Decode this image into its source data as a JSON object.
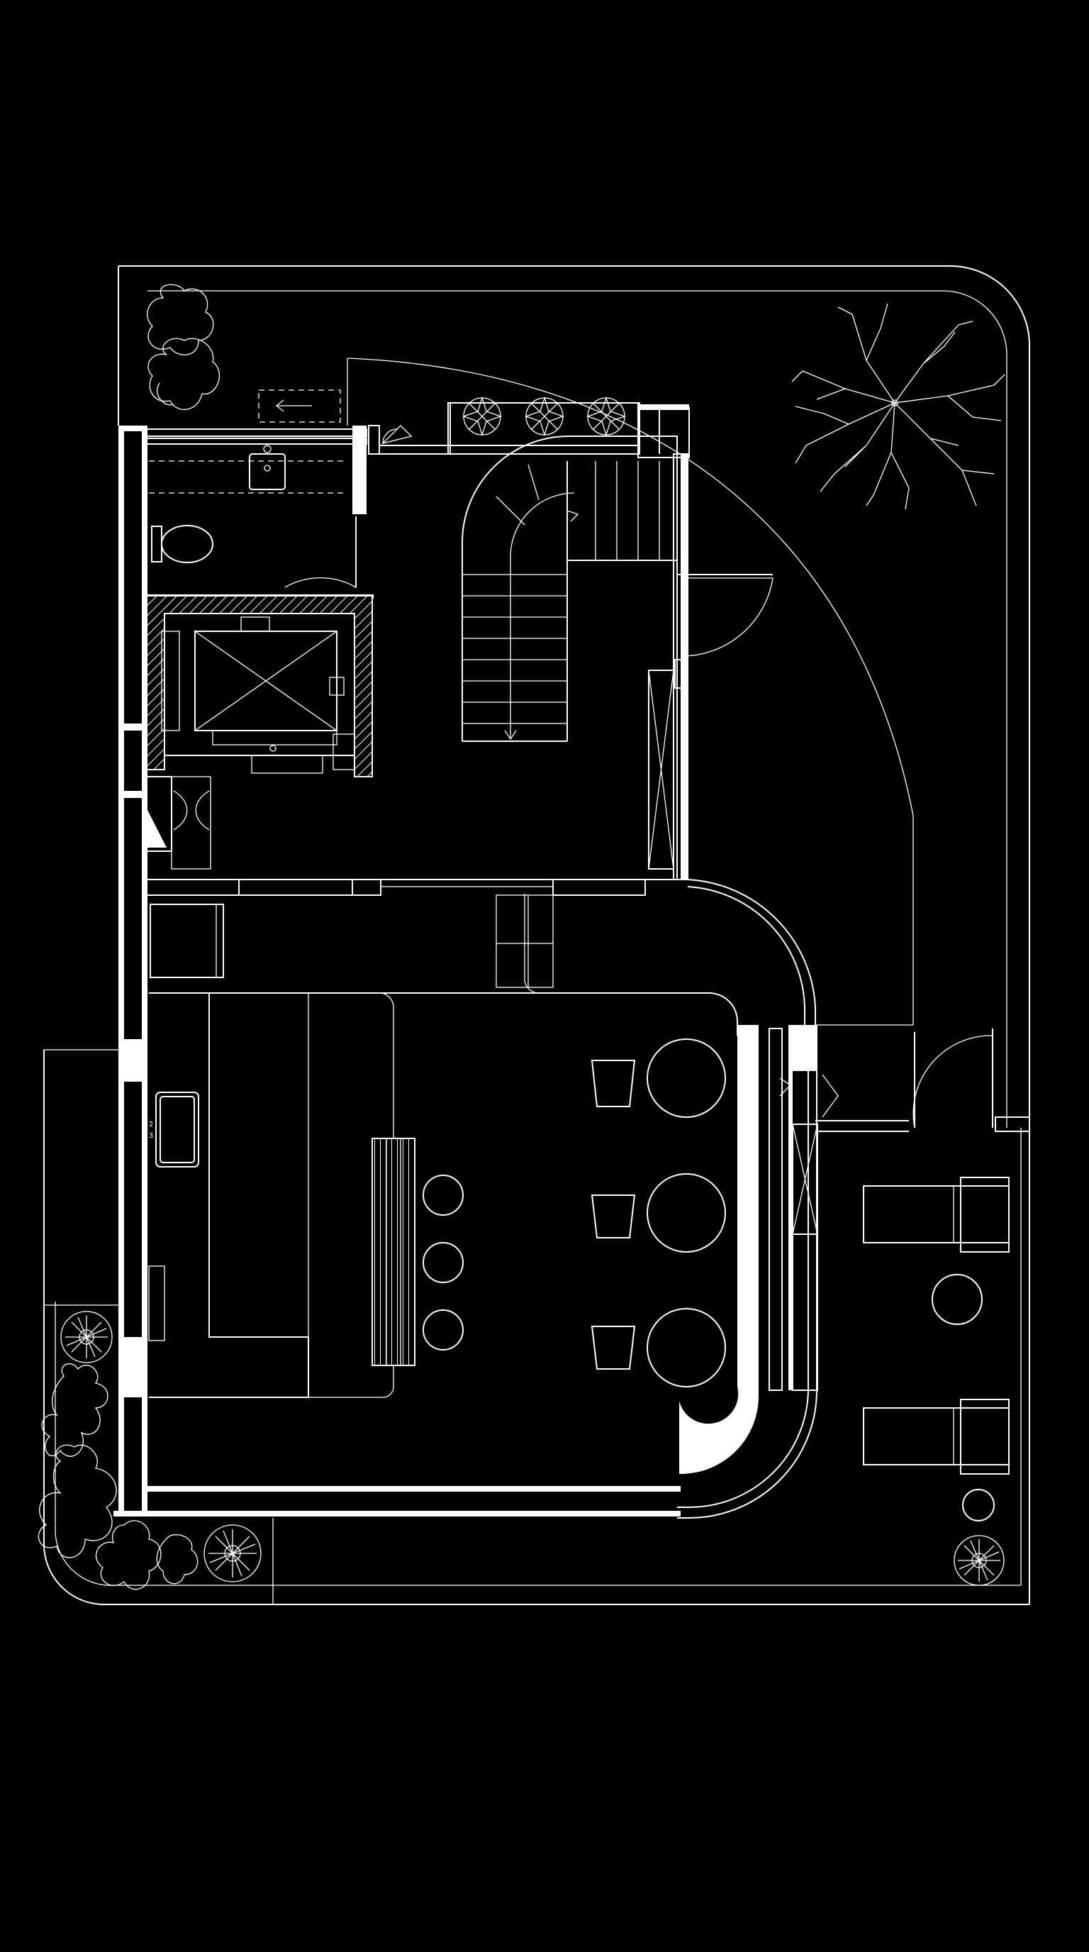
{
  "drawing": {
    "background_color": "#000000",
    "line_color": "#ffffff",
    "type": "architectural-floor-plan",
    "text_labels": [],
    "rooms": [
      "toilet-room",
      "elevator",
      "storage",
      "staircase",
      "kitchen-dining",
      "outdoor-terrace",
      "garden"
    ]
  }
}
